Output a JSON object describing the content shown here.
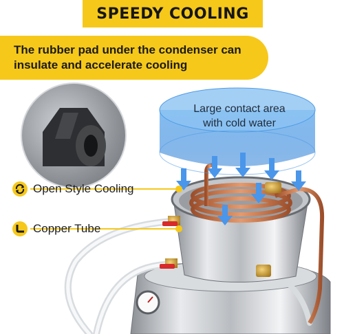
{
  "header": {
    "title": "SPEEDY COOLING"
  },
  "banner": {
    "text": "The rubber pad under the condenser can\ninsulate and accelerate cooling"
  },
  "water_label": {
    "text": "Large contact area\nwith cold water"
  },
  "callouts": [
    {
      "label": "Open Style Cooling",
      "icon": "rotate-arrows-icon"
    },
    {
      "label": "Copper Tube",
      "icon": "pipe-elbow-icon"
    }
  ],
  "colors": {
    "accent": "#f6c81a",
    "water": "#3d8fe0",
    "copper": "#c8744a"
  }
}
